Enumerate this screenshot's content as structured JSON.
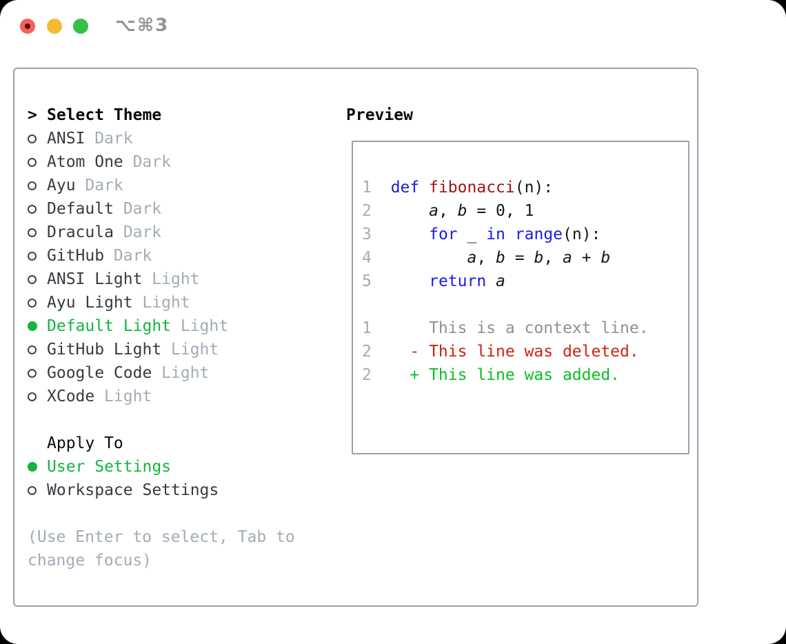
{
  "window": {
    "shortcut": "⌥⌘3"
  },
  "colors": {
    "accent_green": "#13b53e",
    "keyword_blue": "#1a1ae6",
    "function_red": "#a31414",
    "deleted_red": "#cc2312",
    "added_green": "#0abf25",
    "muted_gray": "#a2acb6",
    "context_gray": "#8b9198",
    "border_gray": "#99a2ad",
    "traffic_red": "#f4615a",
    "traffic_yellow": "#f5b936",
    "traffic_green": "#35c148"
  },
  "theme_panel": {
    "title_marker": ">",
    "title": "Select Theme",
    "themes": [
      {
        "name": "ANSI",
        "variant": "Dark",
        "selected": false
      },
      {
        "name": "Atom One",
        "variant": "Dark",
        "selected": false
      },
      {
        "name": "Ayu",
        "variant": "Dark",
        "selected": false
      },
      {
        "name": "Default",
        "variant": "Dark",
        "selected": false
      },
      {
        "name": "Dracula",
        "variant": "Dark",
        "selected": false
      },
      {
        "name": "GitHub",
        "variant": "Dark",
        "selected": false
      },
      {
        "name": "ANSI Light",
        "variant": "Light",
        "selected": false
      },
      {
        "name": "Ayu Light",
        "variant": "Light",
        "selected": false
      },
      {
        "name": "Default Light",
        "variant": "Light",
        "selected": true
      },
      {
        "name": "GitHub Light",
        "variant": "Light",
        "selected": false
      },
      {
        "name": "Google Code",
        "variant": "Light",
        "selected": false
      },
      {
        "name": "XCode",
        "variant": "Light",
        "selected": false
      }
    ],
    "apply_to": {
      "title": "Apply To",
      "options": [
        {
          "name": "User Settings",
          "selected": true
        },
        {
          "name": "Workspace Settings",
          "selected": false
        }
      ]
    },
    "help_lines": [
      "(Use Enter to select, Tab to",
      "change focus)"
    ]
  },
  "preview": {
    "title": "Preview",
    "lines": [
      {
        "num": "1",
        "tokens": [
          [
            "pl",
            "  "
          ],
          [
            "kw",
            "def"
          ],
          [
            "pl",
            " "
          ],
          [
            "fn",
            "fibonacci"
          ],
          [
            "pl",
            "(n):"
          ]
        ]
      },
      {
        "num": "2",
        "tokens": [
          [
            "pl",
            "      "
          ],
          [
            "it",
            "a"
          ],
          [
            "pl",
            ", "
          ],
          [
            "it",
            "b"
          ],
          [
            "pl",
            " = 0, 1"
          ]
        ]
      },
      {
        "num": "3",
        "tokens": [
          [
            "pl",
            "      "
          ],
          [
            "kw",
            "for"
          ],
          [
            "pl",
            " _ "
          ],
          [
            "kw",
            "in"
          ],
          [
            "pl",
            " "
          ],
          [
            "kw",
            "range"
          ],
          [
            "pl",
            "(n):"
          ]
        ]
      },
      {
        "num": "4",
        "tokens": [
          [
            "pl",
            "          "
          ],
          [
            "it",
            "a"
          ],
          [
            "pl",
            ", "
          ],
          [
            "it",
            "b"
          ],
          [
            "pl",
            " = "
          ],
          [
            "it",
            "b"
          ],
          [
            "pl",
            ", "
          ],
          [
            "it",
            "a"
          ],
          [
            "pl",
            " + "
          ],
          [
            "it",
            "b"
          ]
        ]
      },
      {
        "num": "5",
        "tokens": [
          [
            "pl",
            "      "
          ],
          [
            "kw",
            "return"
          ],
          [
            "pl",
            " "
          ],
          [
            "it",
            "a"
          ]
        ]
      },
      {
        "num": "",
        "tokens": []
      },
      {
        "num": "1",
        "tokens": [
          [
            "ctx",
            "      This is a context line."
          ]
        ]
      },
      {
        "num": "2",
        "tokens": [
          [
            "del",
            "    - This line was deleted."
          ]
        ]
      },
      {
        "num": "2",
        "tokens": [
          [
            "add",
            "    + This line was added."
          ]
        ]
      }
    ]
  }
}
